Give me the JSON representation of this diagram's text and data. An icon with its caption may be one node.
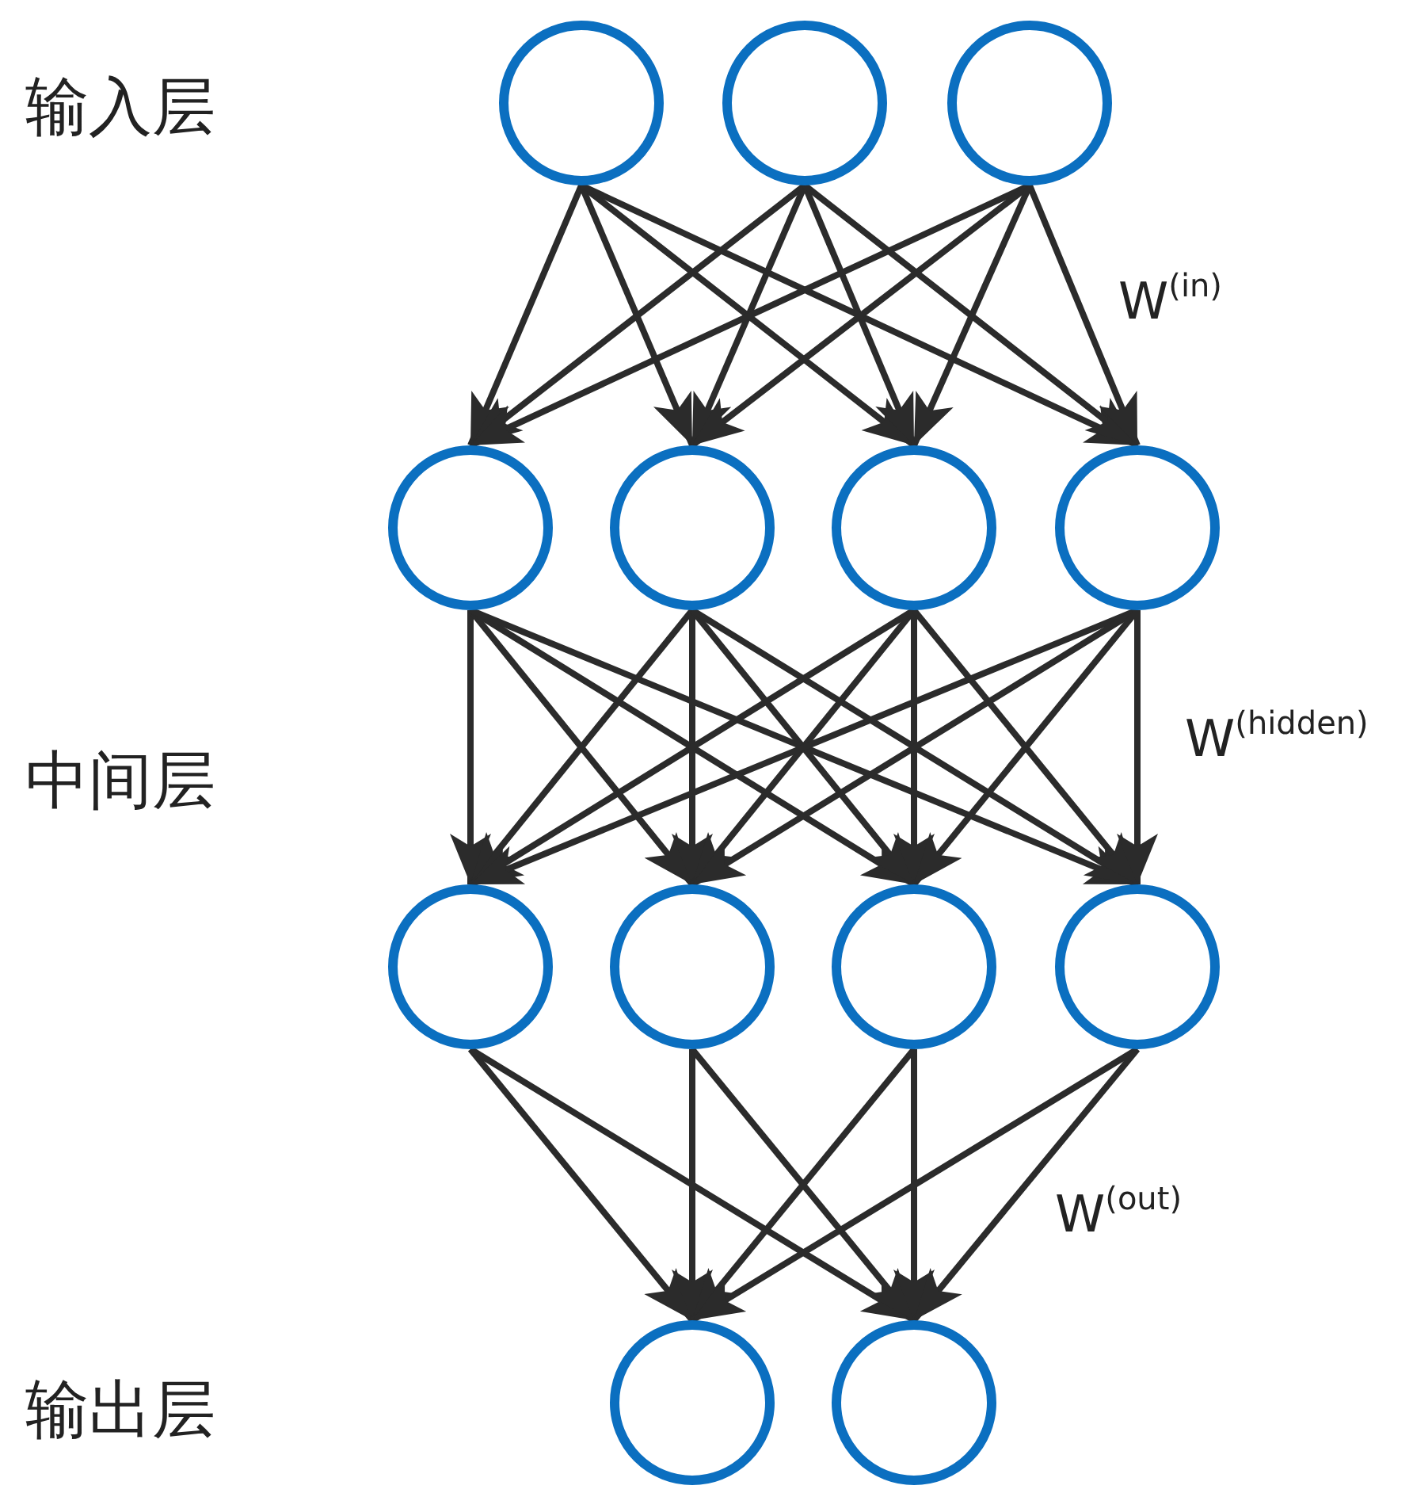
{
  "diagram": {
    "nodes": [
      {
        "text": [],
        "shape": "circle"
      },
      {
        "text": [],
        "shape": "circle"
      },
      {
        "text": [],
        "shape": "circle"
      },
      {
        "text": [],
        "shape": "circle"
      },
      {
        "text": [],
        "shape": "circle"
      },
      {
        "text": [],
        "shape": "circle"
      },
      {
        "text": [],
        "shape": "circle"
      },
      {
        "text": [],
        "shape": "circle"
      },
      {
        "text": [],
        "shape": "circle"
      },
      {
        "text": [],
        "shape": "circle"
      },
      {
        "text": [],
        "shape": "circle"
      },
      {
        "text": [],
        "shape": "circle"
      },
      {
        "text": [],
        "shape": "circle"
      }
    ],
    "edges": [
      {
        "from": 0,
        "to": 3,
        "arrow": "to"
      },
      {
        "from": 0,
        "to": 4,
        "arrow": "to"
      },
      {
        "from": 0,
        "to": 5,
        "arrow": "to"
      },
      {
        "from": 0,
        "to": 6,
        "arrow": "to"
      },
      {
        "from": 1,
        "to": 3,
        "arrow": "to"
      },
      {
        "from": 1,
        "to": 4,
        "arrow": "to"
      },
      {
        "from": 1,
        "to": 5,
        "arrow": "to"
      },
      {
        "from": 1,
        "to": 6,
        "arrow": "to"
      },
      {
        "from": 2,
        "to": 3,
        "arrow": "to"
      },
      {
        "from": 2,
        "to": 4,
        "arrow": "to"
      },
      {
        "from": 2,
        "to": 5,
        "arrow": "to"
      },
      {
        "from": 2,
        "to": 6,
        "arrow": "to"
      },
      {
        "from": 3,
        "to": 7,
        "arrow": "to"
      },
      {
        "from": 3,
        "to": 8,
        "arrow": "to"
      },
      {
        "from": 3,
        "to": 9,
        "arrow": "to"
      },
      {
        "from": 3,
        "to": 10,
        "arrow": "to"
      },
      {
        "from": 4,
        "to": 7,
        "arrow": "to"
      },
      {
        "from": 4,
        "to": 8,
        "arrow": "to"
      },
      {
        "from": 4,
        "to": 9,
        "arrow": "to"
      },
      {
        "from": 4,
        "to": 10,
        "arrow": "to"
      },
      {
        "from": 5,
        "to": 7,
        "arrow": "to"
      },
      {
        "from": 5,
        "to": 8,
        "arrow": "to"
      },
      {
        "from": 5,
        "to": 9,
        "arrow": "to"
      },
      {
        "from": 5,
        "to": 10,
        "arrow": "to"
      },
      {
        "from": 6,
        "to": 7,
        "arrow": "to"
      },
      {
        "from": 6,
        "to": 8,
        "arrow": "to"
      },
      {
        "from": 6,
        "to": 9,
        "arrow": "to"
      },
      {
        "from": 6,
        "to": 10,
        "arrow": "to"
      },
      {
        "from": 7,
        "to": 11,
        "arrow": "to"
      },
      {
        "from": 7,
        "to": 12,
        "arrow": "to"
      },
      {
        "from": 8,
        "to": 11,
        "arrow": "to"
      },
      {
        "from": 8,
        "to": 12,
        "arrow": "to"
      },
      {
        "from": 9,
        "to": 11,
        "arrow": "to"
      },
      {
        "from": 9,
        "to": 12,
        "arrow": "to"
      },
      {
        "from": 10,
        "to": 11,
        "arrow": "to"
      },
      {
        "from": 10,
        "to": 12,
        "arrow": "to"
      }
    ],
    "labels": [
      "输入层",
      "W$^{(in)}$",
      "W$^{(hidden)}$",
      "中间层",
      "W$^{(out)}$",
      "输出层"
    ]
  }
}
